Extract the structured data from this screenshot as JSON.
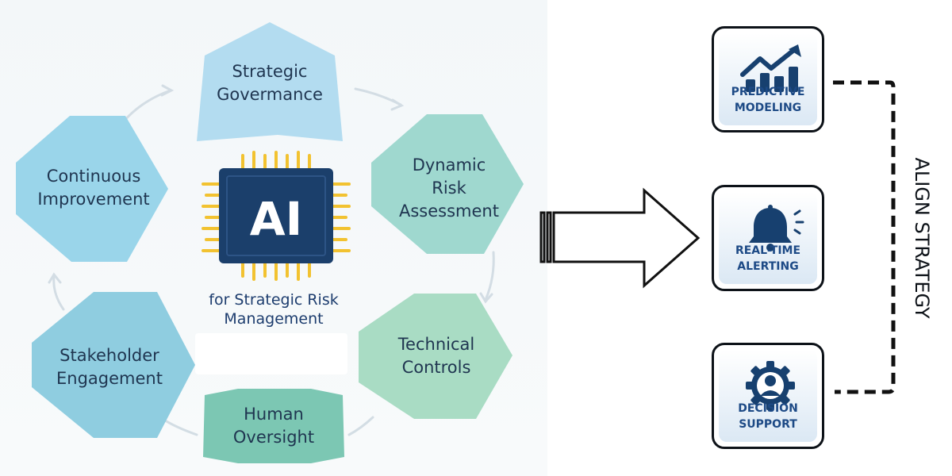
{
  "center": {
    "chip_text": "AI",
    "subtitle": "for Strategic Risk\nManagement"
  },
  "nodes": [
    {
      "id": "strategic-governance",
      "label": "Strategic\nGovermance",
      "color": "#b3dcf0"
    },
    {
      "id": "dynamic-risk-assessment",
      "label": "Dynamic\nRisk\nAssessment",
      "color": "#9fd8cf"
    },
    {
      "id": "technical-controls",
      "label": "Technical\nControls",
      "color": "#a9dcc4"
    },
    {
      "id": "human-oversight",
      "label": "Human\nOversight",
      "color": "#7cc7b3"
    },
    {
      "id": "stakeholder-engagement",
      "label": "Stakeholder\nEngagement",
      "color": "#8fcde0"
    },
    {
      "id": "continuous-improvement",
      "label": "Continuous\nImprovement",
      "color": "#9ad5ea"
    }
  ],
  "tiles": [
    {
      "label": "PREDICTIVE\nMODELING",
      "icon": "chart-up-icon"
    },
    {
      "label": "REAL-TIME\nALERTING",
      "icon": "bell-icon"
    },
    {
      "label": "DECISION\nSUPPORT",
      "icon": "gear-person-icon"
    }
  ],
  "bracket_label": "ALIGN STRATEGY",
  "colors": {
    "chip": "#1b3f6b",
    "chip_pins": "#f2c230",
    "dark_text": "#1f3550",
    "tile_text": "#1d4a86",
    "tile_icon": "#17406f"
  }
}
